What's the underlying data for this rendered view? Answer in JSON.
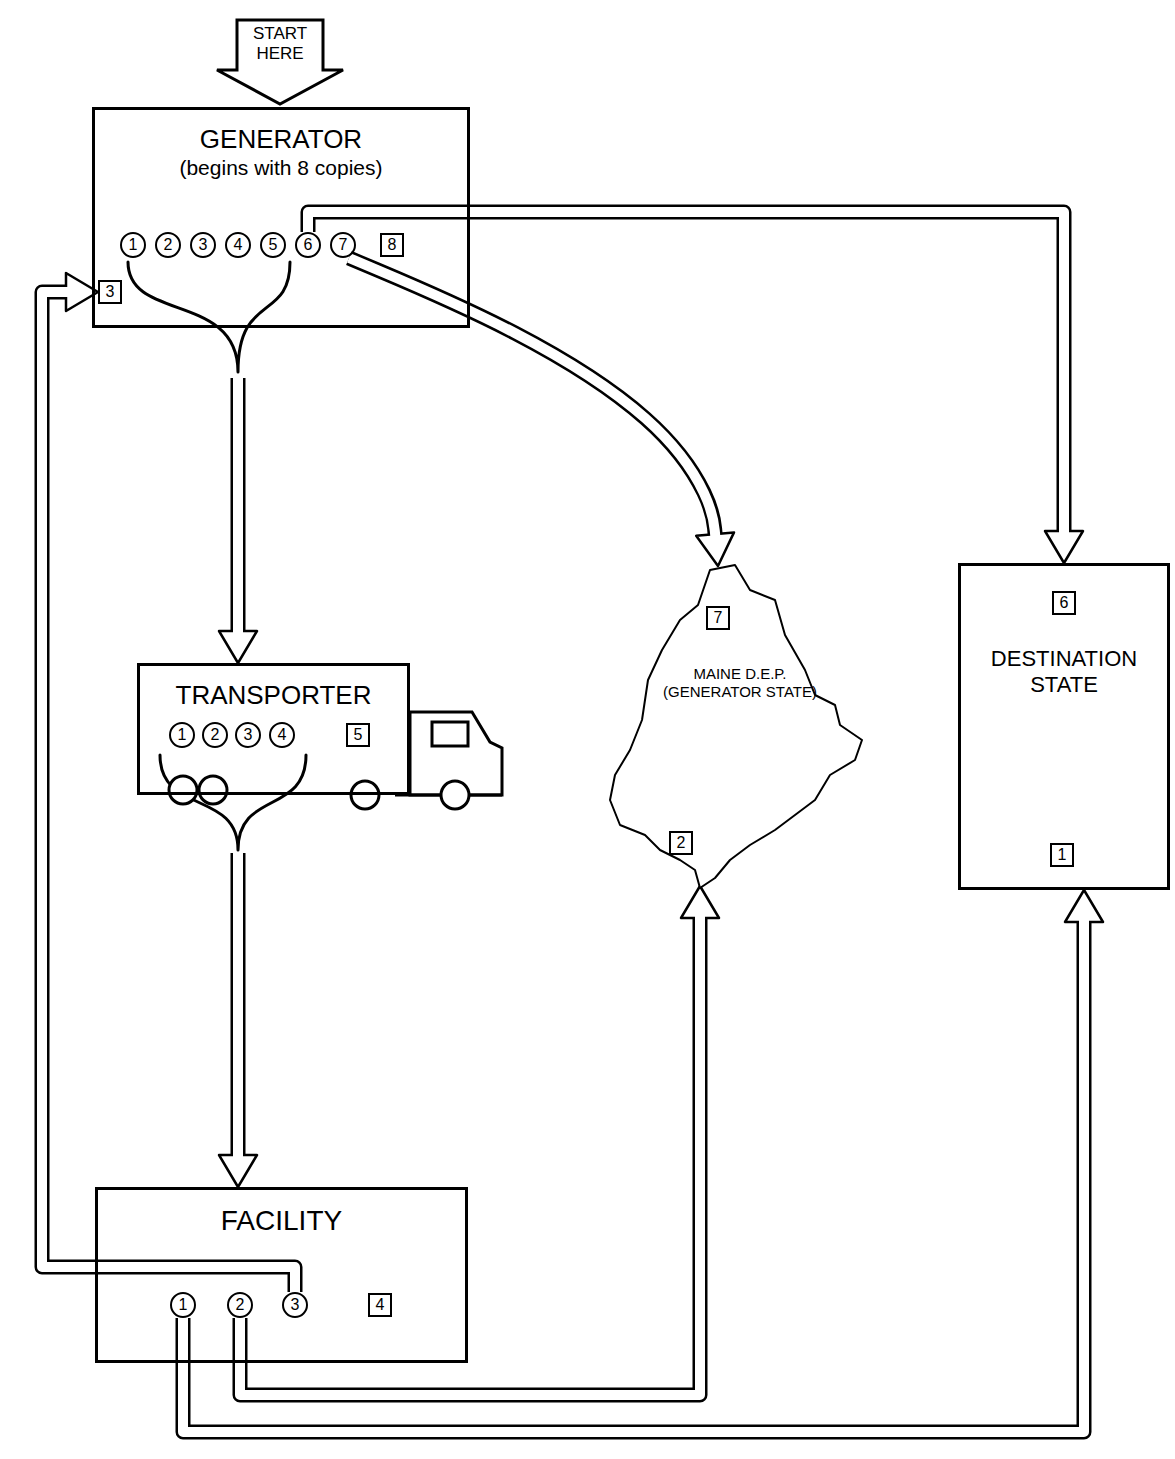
{
  "diagram": {
    "nodes": [
      {
        "text": [
          "START HERE"
        ]
      },
      {
        "text": [
          "GENERATOR",
          "(begins with 8 copies)"
        ]
      },
      {
        "text": [
          "1"
        ],
        "in": 1
      },
      {
        "text": [
          "2"
        ],
        "in": 1
      },
      {
        "text": [
          "3"
        ],
        "in": 1
      },
      {
        "text": [
          "4"
        ],
        "in": 1
      },
      {
        "text": [
          "5"
        ],
        "in": 1
      },
      {
        "text": [
          "6"
        ],
        "in": 1
      },
      {
        "text": [
          "7"
        ],
        "in": 1
      },
      {
        "text": [
          "8"
        ],
        "in": 1
      },
      {
        "text": [
          "3"
        ],
        "in": 1
      },
      {
        "text": [
          "TRANSPORTER"
        ]
      },
      {
        "text": [
          "1"
        ],
        "in": 11
      },
      {
        "text": [
          "2"
        ],
        "in": 11
      },
      {
        "text": [
          "3"
        ],
        "in": 11
      },
      {
        "text": [
          "4"
        ],
        "in": 11
      },
      {
        "text": [
          "5"
        ],
        "in": 11
      },
      {
        "text": [
          "MAINE D.E.P. (GENERATOR STATE)"
        ]
      },
      {
        "text": [
          "7"
        ],
        "in": 17
      },
      {
        "text": [
          "2"
        ],
        "in": 17
      },
      {
        "text": [
          "DESTINATION STATE"
        ]
      },
      {
        "text": [
          "6"
        ],
        "in": 20
      },
      {
        "text": [
          "1"
        ],
        "in": 20
      },
      {
        "text": [
          "FACILITY"
        ]
      },
      {
        "text": [
          "1"
        ],
        "in": 23
      },
      {
        "text": [
          "2"
        ],
        "in": 23
      },
      {
        "text": [
          "3"
        ],
        "in": 23
      },
      {
        "text": [
          "4"
        ],
        "in": 23
      }
    ],
    "edges": [
      {
        "from": 1,
        "to": 11,
        "arrow": "to"
      },
      {
        "from": 11,
        "to": 23,
        "arrow": "to"
      },
      {
        "from": 7,
        "to": 20,
        "arrow": "to"
      },
      {
        "from": 8,
        "to": 17,
        "arrow": "to"
      },
      {
        "from": 26,
        "to": 10,
        "arrow": "to"
      },
      {
        "from": 25,
        "to": 17,
        "arrow": "to"
      },
      {
        "from": 24,
        "to": 20,
        "arrow": "to"
      }
    ]
  }
}
